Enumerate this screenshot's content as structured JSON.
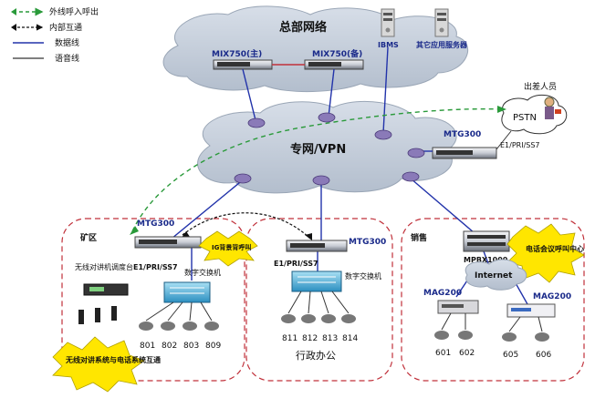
{
  "legend": {
    "external_call": "外线呼入呼出",
    "internal": "内部互通",
    "data_line": "数据线",
    "voice_line": "语音线"
  },
  "hq": {
    "title": "总部网络",
    "mix_main": "MIX750(主)",
    "mix_backup": "MIX750(备)",
    "ibms": "IBMS",
    "other_servers": "其它应用服务器"
  },
  "vpn": {
    "label": "专网/VPN"
  },
  "remote": {
    "traveler": "出差人员",
    "pstn": "PSTN",
    "mtg": "MTG300",
    "trunk": "E1/PRI/SS7"
  },
  "mine": {
    "title": "矿区",
    "mtg": "MTG300",
    "trunk": "E1/PRI/SS7",
    "radio": "无线对讲机调度台",
    "switch": "数字交换机",
    "bg_call": "IG背景背呼叫",
    "callout": "无线对讲系统与电话系统互通",
    "phones": [
      "801",
      "802",
      "803",
      "809"
    ]
  },
  "admin": {
    "title": "行政办公",
    "mtg": "MTG300",
    "trunk": "E1/PRI/SS7",
    "switch": "数字交换机",
    "phones": [
      "811",
      "812",
      "813",
      "814"
    ]
  },
  "sales": {
    "title": "销售",
    "mpbx": "MPBX1000",
    "internet": "Internet",
    "mag_left": "MAG200",
    "mag_right": "MAG200",
    "callout": "电话会议呼叫中心",
    "phones_left": [
      "601",
      "602"
    ],
    "phones_right": [
      "605",
      "606"
    ]
  },
  "colors": {
    "cloud": "#c3ccd8",
    "data_line": "#2233aa",
    "dashed_box": "#c0303a",
    "green_dash": "#2a9a3a",
    "starburst": "#ffe600",
    "router": "#8a7ab8"
  }
}
